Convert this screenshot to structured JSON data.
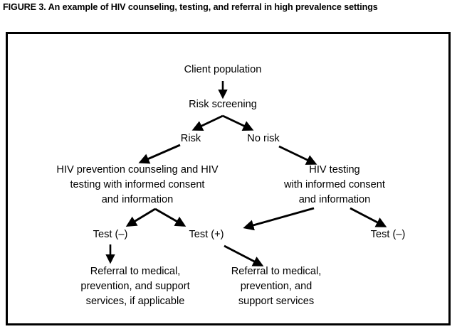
{
  "figure": {
    "caption": "FIGURE 3. An example of HIV counseling, testing, and referral in high prevalence settings"
  },
  "colors": {
    "text": "#000000",
    "background": "#ffffff",
    "frame": "#000000",
    "arrow": "#000000"
  },
  "chart_data": {
    "type": "diagram",
    "title": "FIGURE 3. An example of HIV counseling, testing, and referral in high prevalence settings",
    "diagram_kind": "flowchart",
    "orientation": "top-down",
    "nodes": [
      {
        "id": "client",
        "label": "Client population"
      },
      {
        "id": "screening",
        "label": "Risk screening"
      },
      {
        "id": "risk",
        "label": "Risk"
      },
      {
        "id": "norisk",
        "label": "No risk"
      },
      {
        "id": "left_block",
        "lines": [
          "HIV prevention counseling and HIV",
          "testing with informed consent",
          "and information"
        ]
      },
      {
        "id": "right_block",
        "lines": [
          "HIV testing",
          "with informed consent",
          "and information"
        ]
      },
      {
        "id": "test_neg_left",
        "label": "Test (–)"
      },
      {
        "id": "test_pos",
        "label": "Test (+)"
      },
      {
        "id": "test_neg_right",
        "label": "Test (–)"
      },
      {
        "id": "referral_left",
        "lines": [
          "Referral to medical,",
          "prevention, and support",
          "services, if applicable"
        ]
      },
      {
        "id": "referral_right",
        "lines": [
          "Referral to medical,",
          "prevention, and",
          "support services"
        ]
      }
    ],
    "edges": [
      {
        "from": "client",
        "to": "screening",
        "style": "arrow-down"
      },
      {
        "from": "screening",
        "to": "risk",
        "style": "arrow-diagonal-left"
      },
      {
        "from": "screening",
        "to": "norisk",
        "style": "arrow-diagonal-right"
      },
      {
        "from": "risk",
        "to": "left_block",
        "style": "arrow-diagonal-left"
      },
      {
        "from": "norisk",
        "to": "right_block",
        "style": "arrow-diagonal-right"
      },
      {
        "from": "left_block",
        "to": "test_neg_left",
        "style": "arrow-diagonal-left"
      },
      {
        "from": "left_block",
        "to": "test_pos",
        "style": "arrow-diagonal-right"
      },
      {
        "from": "right_block",
        "to": "test_pos",
        "style": "arrow-diagonal-left"
      },
      {
        "from": "right_block",
        "to": "test_neg_right",
        "style": "arrow-diagonal-right"
      },
      {
        "from": "test_neg_left",
        "to": "referral_left",
        "style": "arrow-down"
      },
      {
        "from": "test_pos",
        "to": "referral_right",
        "style": "arrow-diagonal-right"
      }
    ]
  },
  "nodes": {
    "client": "Client population",
    "screening": "Risk screening",
    "risk": "Risk",
    "norisk": "No risk",
    "left_block": {
      "line1": "HIV prevention counseling and HIV",
      "line2": "testing with informed consent",
      "line3": "and information"
    },
    "right_block": {
      "line1": "HIV testing",
      "line2": "with informed consent",
      "line3": "and information"
    },
    "test_neg_left": "Test (–)",
    "test_pos": "Test (+)",
    "test_neg_right": "Test (–)",
    "referral_left": {
      "line1": "Referral to medical,",
      "line2": "prevention, and support",
      "line3": "services, if applicable"
    },
    "referral_right": {
      "line1": "Referral to medical,",
      "line2": "prevention, and",
      "line3": "support services"
    }
  }
}
